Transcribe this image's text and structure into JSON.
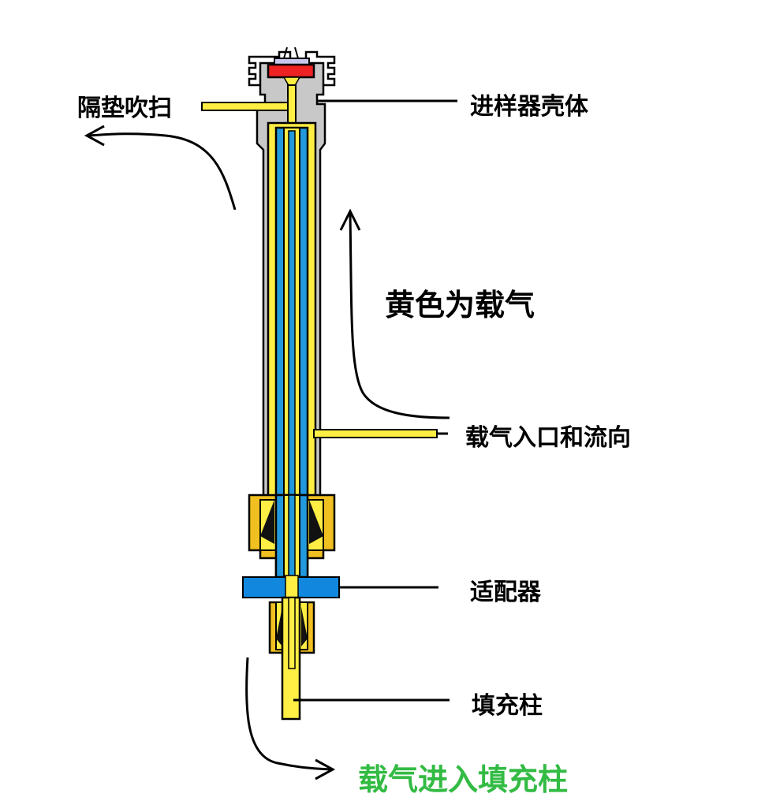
{
  "diagram": {
    "labels": {
      "septum_purge": "隔垫吹扫",
      "injector_body": "进样器壳体",
      "yellow_carrier": "黄色为载气",
      "carrier_inlet": "载气入口和流向",
      "adapter": "适配器",
      "packed_column": "填充柱",
      "carrier_into_column": "载气进入填充柱"
    },
    "colors": {
      "carrier_gas": "#ffee44",
      "liner": "#2299dd",
      "body": "#c8c8c8",
      "nut": "#f0c020",
      "septum": "#ee2222",
      "septum_cap": "#c8c8ee",
      "ferrule": "#111111",
      "highlight_text": "#33bb44",
      "outline": "#000000"
    }
  }
}
